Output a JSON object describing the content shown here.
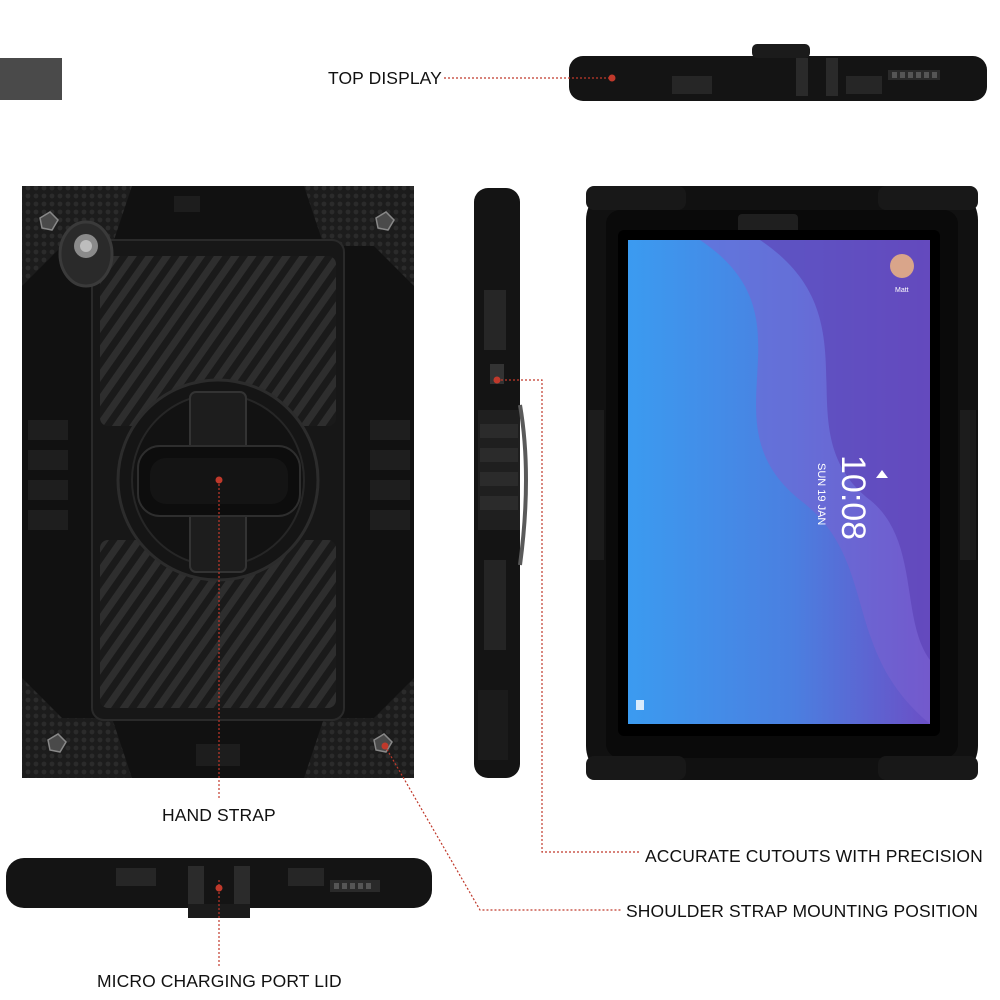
{
  "labels": {
    "top_display": "TOP DISPLAY",
    "hand_strap": "HAND STRAP",
    "accurate_cutouts": "ACCURATE CUTOUTS WITH PRECISION",
    "shoulder_strap": "SHOULDER STRAP MOUNTING POSITION",
    "micro_port": "MICRO CHARGING PORT LID"
  },
  "tablet_screen": {
    "time": "10:08",
    "date": "SUN 19 JAN",
    "user": "Matt"
  },
  "colors": {
    "case": "#111111",
    "leader_line": "#c0392b",
    "screen_blue": "#3f8ee6",
    "screen_purple": "#6c5bc7"
  }
}
